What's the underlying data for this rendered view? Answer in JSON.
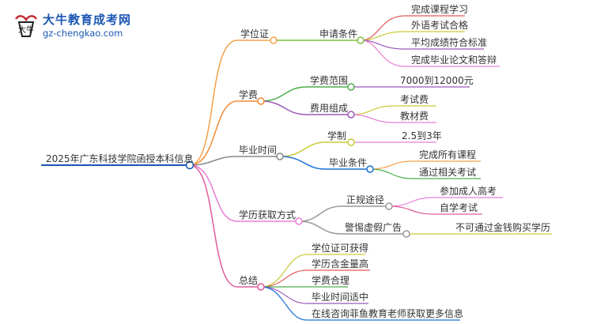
{
  "logo": {
    "brand": "大牛教育成考网",
    "site": "gz-chengkao.com",
    "mark_text": "大牛"
  },
  "root": {
    "label": "2025年广东科技学院函授本科信息"
  },
  "branches": {
    "xuewei": {
      "label": "学位证",
      "color": "#f5a04a",
      "children": [
        {
          "label": "申请条件",
          "color": "#7fbf3f",
          "children": [
            "完成课程学习",
            "外语考试合格",
            "平均成绩符合标准",
            "完成毕业论文和答辩"
          ]
        }
      ]
    },
    "xuefei": {
      "label": "学费",
      "color": "#f08a34",
      "children": [
        {
          "label": "学费范围",
          "color": "#4cae4c",
          "children": [
            "7000到12000元"
          ]
        },
        {
          "label": "费用组成",
          "color": "#9b59b6",
          "children": [
            "考试费",
            "教材费"
          ]
        }
      ]
    },
    "shijian": {
      "label": "毕业时间",
      "color": "#888888",
      "children": [
        {
          "label": "学制",
          "color": "#c9c93a",
          "children": [
            "2.5到3年"
          ]
        },
        {
          "label": "毕业条件",
          "color": "#1a6fd6",
          "children": [
            "完成所有课程",
            "通过相关考试"
          ]
        }
      ]
    },
    "fangshi": {
      "label": "学历获取方式",
      "color": "#e87fd6",
      "children": [
        {
          "label": "正规途径",
          "color": "#999999",
          "children": [
            "参加成人高考",
            "自学考试"
          ]
        },
        {
          "label": "警惕虚假广告",
          "color": "#999999",
          "children": [
            "不可通过金钱购买学历"
          ]
        }
      ]
    },
    "zongjie": {
      "label": "总结",
      "color": "#e05a9a",
      "children": [
        "学位证可获得",
        "学历含金量高",
        "学费合理",
        "毕业时间适中",
        "在线咨询菲鱼教育老师获取更多信息"
      ]
    }
  }
}
